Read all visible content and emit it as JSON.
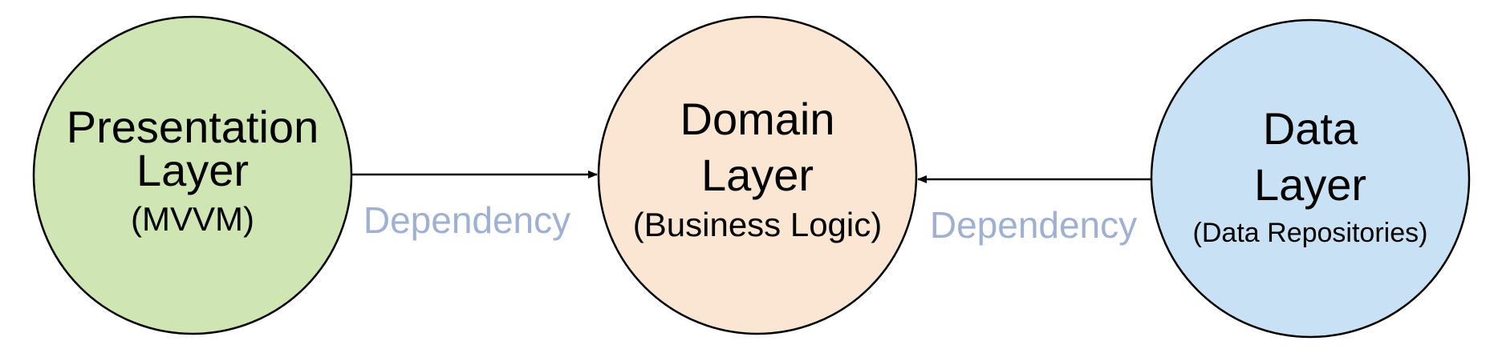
{
  "nodes": {
    "presentation": {
      "title_line1": "Presentation",
      "title_line2": "Layer",
      "subtitle": "(MVVM)",
      "fill": "#cfe6b4"
    },
    "domain": {
      "title_line1": "Domain",
      "title_line2": "Layer",
      "subtitle": "(Business Logic)",
      "fill": "#fbe6d4"
    },
    "data": {
      "title_line1": "Data",
      "title_line2": "Layer",
      "subtitle": "(Data Repositories)",
      "fill": "#c8e1f5"
    }
  },
  "edges": {
    "presentation_to_domain": {
      "label": "Dependency"
    },
    "data_to_domain": {
      "label": "Dependency"
    }
  },
  "colors": {
    "stroke": "#000000",
    "edge_label": "#9fb0d2"
  }
}
